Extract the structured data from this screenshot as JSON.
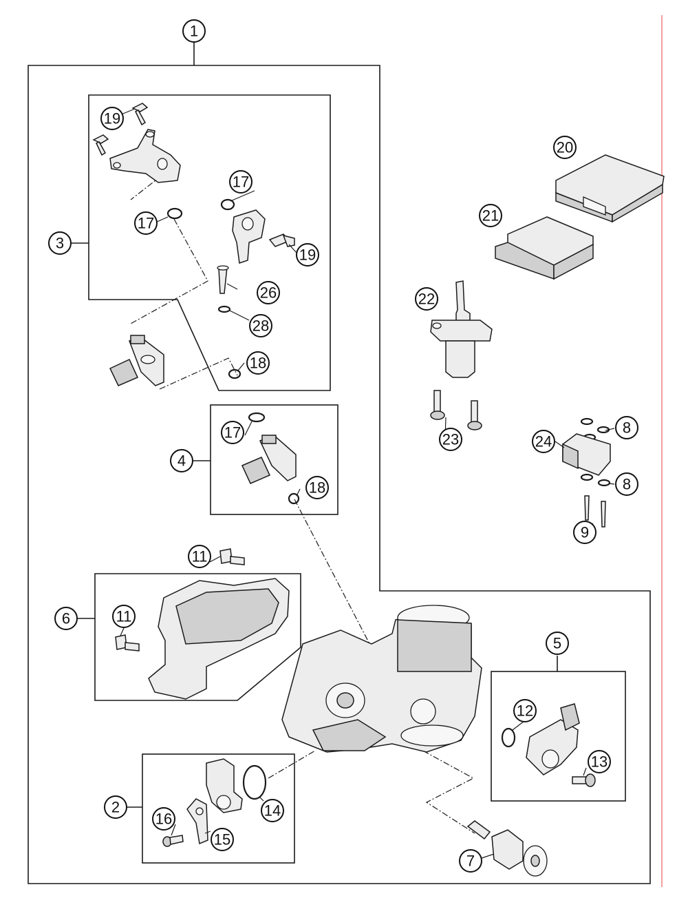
{
  "callouts": {
    "c1": "1",
    "c2": "2",
    "c3": "3",
    "c4": "4",
    "c5": "5",
    "c6": "6",
    "c7": "7",
    "c8a": "8",
    "c8b": "8",
    "c9": "9",
    "c11a": "11",
    "c11b": "11",
    "c12": "12",
    "c13": "13",
    "c14": "14",
    "c15": "15",
    "c16": "16",
    "c17a": "17",
    "c17b": "17",
    "c17c": "17",
    "c18a": "18",
    "c18b": "18",
    "c19a": "19",
    "c19b": "19",
    "c20": "20",
    "c21": "21",
    "c22": "22",
    "c23": "23",
    "c24": "24",
    "c26": "26",
    "c28": "28"
  },
  "colors": {
    "line": "#1a1a1a",
    "part_fill": "#ededed",
    "part_shade": "#d0d0d0",
    "edge_rule": "#f2a0a0"
  }
}
